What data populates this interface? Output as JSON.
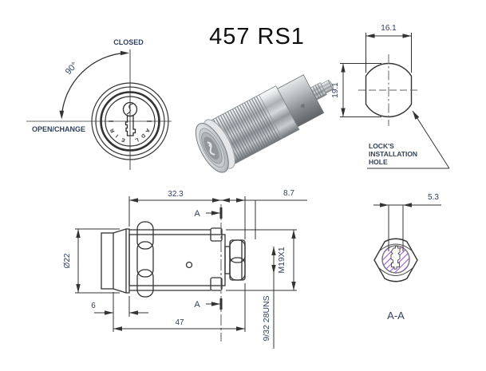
{
  "title": "457 RS1",
  "front_view": {
    "closed": "CLOSED",
    "angle": "90°",
    "open": "OPEN/CHANGE",
    "brand_letters": [
      "R",
      "I",
      "E",
      "L",
      "D",
      "A"
    ]
  },
  "hole_view": {
    "width": "16.1",
    "height": "19.1",
    "note1": "LOCK'S",
    "note2": "INSTALLATION",
    "note3": "HOLE"
  },
  "side_view": {
    "dim_length_to_section": "32.3",
    "dim_tail": "8.7",
    "dia_head": "Ø22",
    "dim_head": "6",
    "dim_total": "47",
    "thread_body": "M19X1",
    "thread_tail": "9/32 28UNS",
    "section_letter": "A"
  },
  "section_view": {
    "dim_keyway": "5.3",
    "label": "A-A"
  },
  "colors": {
    "text": "#31405a",
    "line": "#333333",
    "hatch": "#a25ddc"
  }
}
